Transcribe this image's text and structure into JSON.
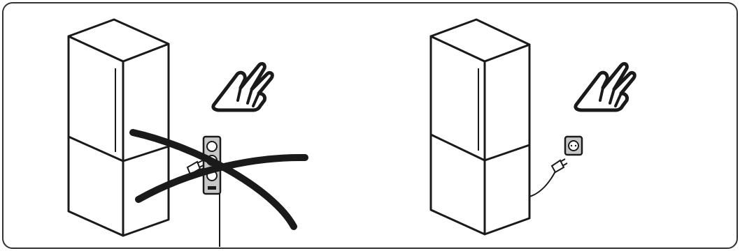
{
  "illustration": {
    "panels": [
      {
        "id": "incorrect",
        "appliance": "fridge-freezer",
        "power_source": "multi-socket-extension-strip",
        "socket_count": 3,
        "crossed_out": true
      },
      {
        "id": "correct",
        "appliance": "fridge-freezer",
        "power_source": "single-wall-socket",
        "socket_count": 1,
        "crossed_out": false
      }
    ],
    "icons": [
      "hand-pointing-icon",
      "cross-out-icon",
      "power-plug-icon",
      "wall-socket-icon",
      "power-strip-icon"
    ],
    "colors": {
      "line": "#1a1a1a",
      "fill": "#ffffff",
      "socket_fill": "#c8c8c8",
      "frame": "#333333"
    }
  }
}
